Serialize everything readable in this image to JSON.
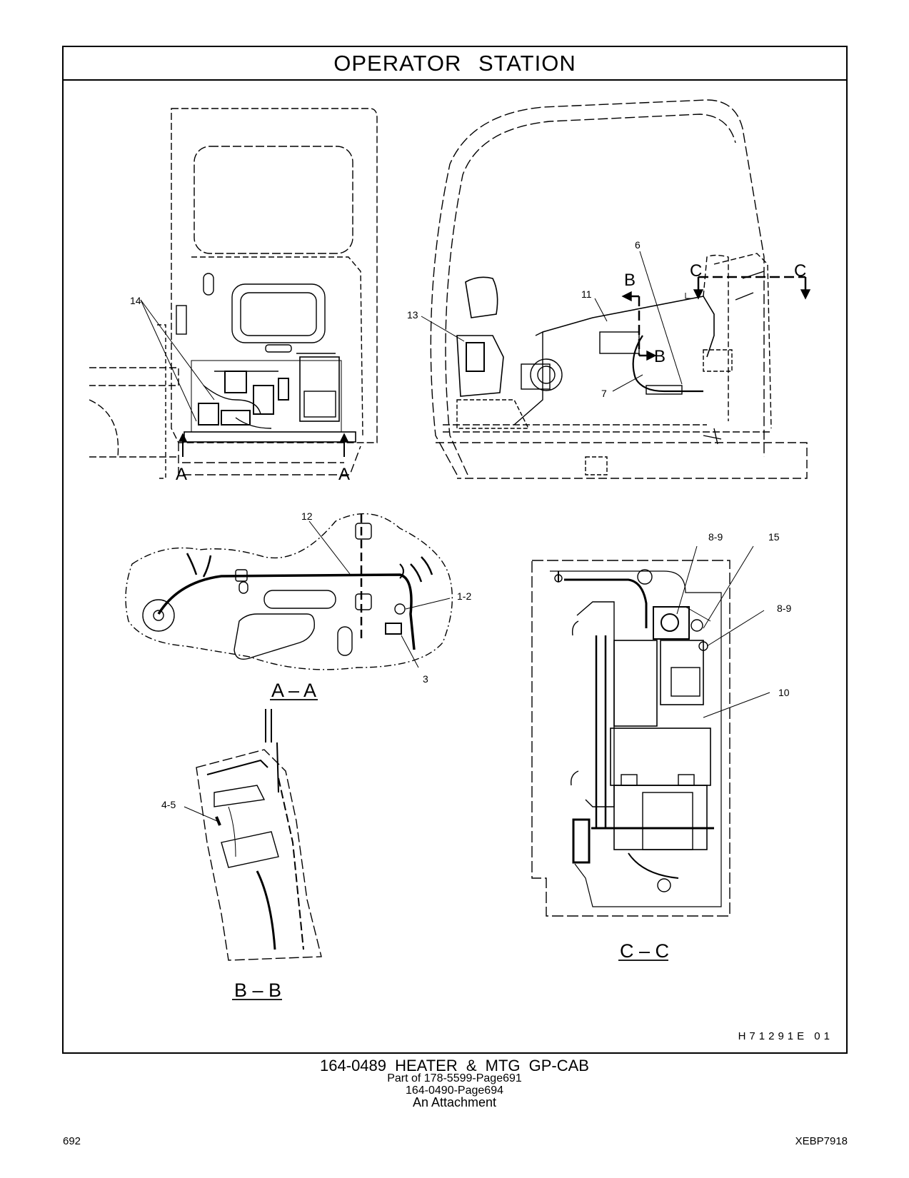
{
  "title": "OPERATOR STATION",
  "drawing_ref": "H71291E 01",
  "caption": {
    "main": "164-0489 HEATER & MTG GP-CAB",
    "line1": "Part of 178-5599-Page691",
    "line2": "164-0490-Page694",
    "line3": "An Attachment"
  },
  "footer": {
    "page_number": "692",
    "doc_code": "XEBP7918"
  },
  "callouts": {
    "c14": "14",
    "c13": "13",
    "c11": "11",
    "c6": "6",
    "c7": "7",
    "c12": "12",
    "c1_2": "1-2",
    "c3": "3",
    "c8_9a": "8-9",
    "c15": "15",
    "c8_9b": "8-9",
    "c10": "10",
    "c4_5": "4-5"
  },
  "section_letters": {
    "a_left": "A",
    "a_right": "A",
    "b_top": "B",
    "b_bottom": "B",
    "c_left": "C",
    "c_right": "C"
  },
  "section_views": {
    "aa": "A – A",
    "bb": "B – B",
    "cc": "C – C"
  }
}
